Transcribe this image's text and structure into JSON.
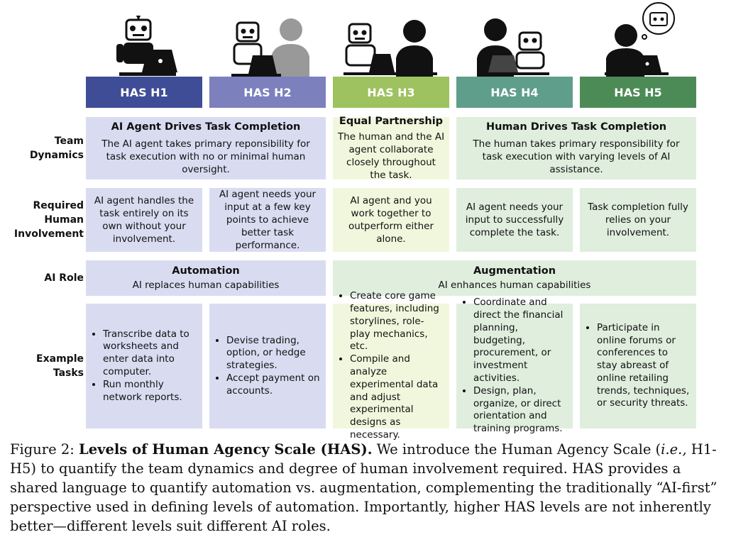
{
  "levels": [
    {
      "label": "HAS H1",
      "color": "#3f4d97"
    },
    {
      "label": "HAS H2",
      "color": "#7c80bd"
    },
    {
      "label": "HAS H3",
      "color": "#9dc25f"
    },
    {
      "label": "HAS H4",
      "color": "#5f9e8a"
    },
    {
      "label": "HAS H5",
      "color": "#4d8b56"
    }
  ],
  "rows": {
    "team": "Team\nDynamics",
    "involvement": "Required\nHuman\nInvolvement",
    "ai_role": "AI Role",
    "tasks": "Example\nTasks"
  },
  "team": {
    "ai": {
      "title": "AI Agent Drives Task Completion",
      "text": "The AI agent takes primary reponsibility for task execution with no or minimal human oversight."
    },
    "eq": {
      "title": "Equal Partnership",
      "text": "The human and the AI agent collaborate closely throughout the task."
    },
    "hu": {
      "title": "Human Drives Task Completion",
      "text": "The human takes primary responsibility for task execution with varying levels of AI assistance."
    }
  },
  "involvement": [
    "AI agent handles the task entirely on its own without your involvement.",
    "AI agent needs your input at a few key points to achieve better task performance.",
    "AI agent and you work together to outperform either alone.",
    "AI agent needs your input to successfully complete the task.",
    "Task completion fully relies on your involvement."
  ],
  "ai_role": {
    "automation": {
      "title": "Automation",
      "text": "AI replaces human capabilities"
    },
    "augmentation": {
      "title": "Augmentation",
      "text": "AI enhances human capabilities"
    }
  },
  "tasks": [
    [
      "Transcribe data to worksheets and enter data into computer.",
      "Run monthly network reports."
    ],
    [
      "Devise trading, option, or hedge strategies.",
      "Accept payment on accounts."
    ],
    [
      "Create core game features, including storylines, role-play mechanics, etc.",
      "Compile and analyze experimental data and adjust experimental designs as necessary."
    ],
    [
      "Coordinate and direct the financial planning, budgeting, procurement, or investment activities.",
      "Design, plan, organize, or direct orientation and training programs."
    ],
    [
      "Participate in online forums or conferences to stay abreast of online retailing trends, techniques, or security threats."
    ]
  ],
  "caption": {
    "prefix": "Figure 2: ",
    "bold": "Levels of Human Agency Scale (HAS).",
    "text1": " We introduce the Human Agency Scale (",
    "italic": "i.e.,",
    "text2": " H1-H5) to quantify the team dynamics and degree of human involvement required.  HAS provides a shared language to quantify automation vs. augmentation, complementing the traditionally “AI-first” perspective used in defining levels of automation. Importantly, higher HAS levels are not inherently better—different levels suit different AI roles."
  }
}
